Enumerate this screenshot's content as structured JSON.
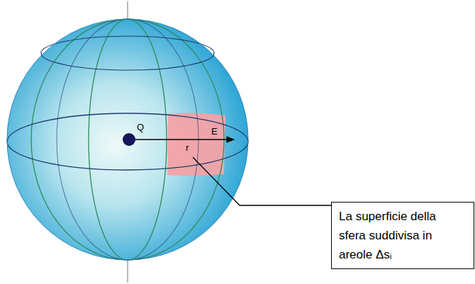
{
  "diagram": {
    "nodes": [
      {
        "text": [
          "La superficie della sfera suddivisa in areole Δsᵢ"
        ]
      }
    ],
    "labels": [
      "Q",
      "r",
      "E"
    ]
  }
}
